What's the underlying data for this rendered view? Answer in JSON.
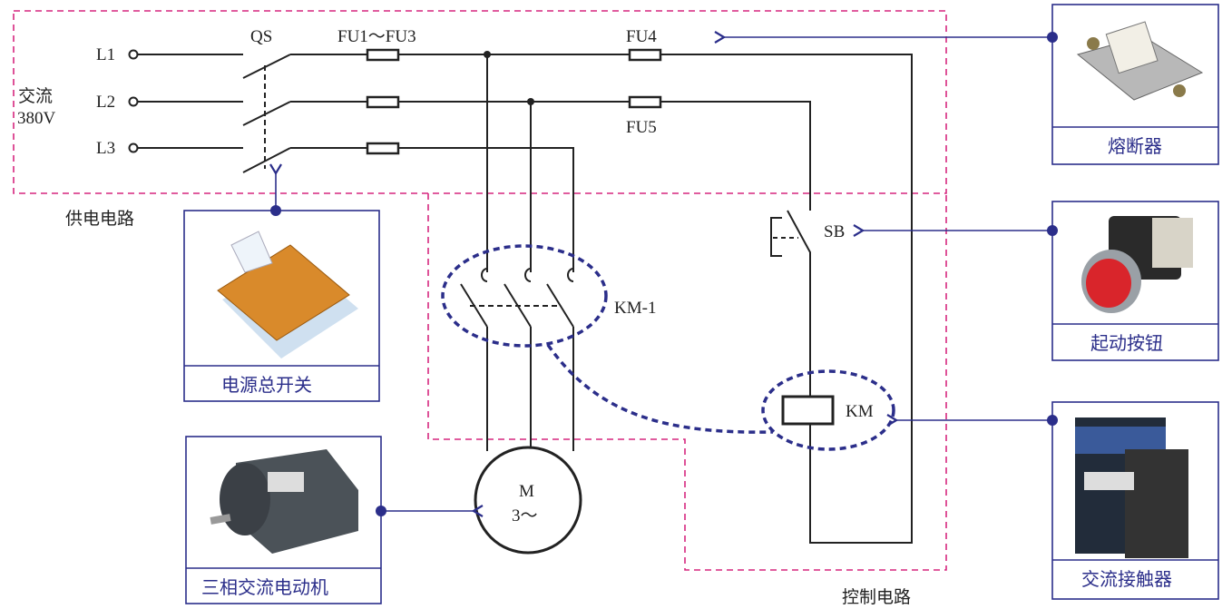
{
  "colors": {
    "region_border": "#d6277f",
    "callout": "#2b2e8a",
    "wire": "#222222"
  },
  "supply": {
    "phases": [
      "L1",
      "L2",
      "L3"
    ],
    "voltage_label_1": "交流",
    "voltage_label_2": "380V",
    "region_label": "供电电路"
  },
  "components": {
    "switch": "QS",
    "fuses_main": "FU1～FU3",
    "fuse4": "FU4",
    "fuse5": "FU5",
    "button": "SB",
    "contacts": "KM-1",
    "coil": "KM",
    "motor_line1": "M",
    "motor_line2": "3～"
  },
  "control": {
    "region_label": "控制电路"
  },
  "callouts": [
    {
      "caption": "熔断器",
      "icon": "fuse-photo"
    },
    {
      "caption": "起动按钮",
      "icon": "push-button-photo"
    },
    {
      "caption": "交流接触器",
      "icon": "contactor-photo"
    },
    {
      "caption": "电源总开关",
      "icon": "knife-switch-photo"
    },
    {
      "caption": "三相交流电动机",
      "icon": "motor-photo"
    }
  ]
}
